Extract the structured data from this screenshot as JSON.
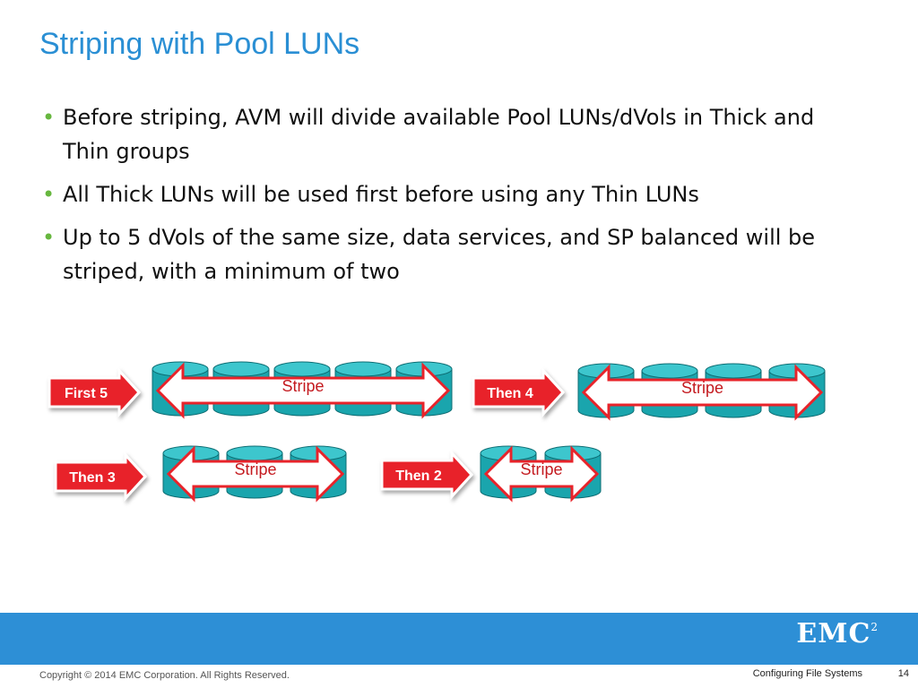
{
  "slide": {
    "title": "Striping with Pool LUNs",
    "bullets": [
      "Before striping, AVM will divide available Pool LUNs/dVols in Thick and Thin groups",
      "All Thick LUNs will be used first before using any Thin LUNs",
      "Up to 5 dVols of the same size, data services, and SP balanced will be striped, with a minimum of two"
    ]
  },
  "diagram": {
    "groups": [
      {
        "label": "First 5",
        "count": 5,
        "stripe_label": "Stripe"
      },
      {
        "label": "Then 4",
        "count": 4,
        "stripe_label": "Stripe"
      },
      {
        "label": "Then 3",
        "count": 3,
        "stripe_label": "Stripe"
      },
      {
        "label": "Then 2",
        "count": 2,
        "stripe_label": "Stripe"
      }
    ],
    "colors": {
      "disk": "#1aa5ad",
      "disk_top": "#3dc6cd",
      "arrow_red": "#e8232a",
      "arrow_fill": "#ffffff"
    }
  },
  "footer": {
    "logo_text": "EMC",
    "logo_superscript": "2",
    "copyright": "Copyright © 2014 EMC Corporation. All Rights Reserved.",
    "section": "Configuring File Systems",
    "page": "14"
  }
}
